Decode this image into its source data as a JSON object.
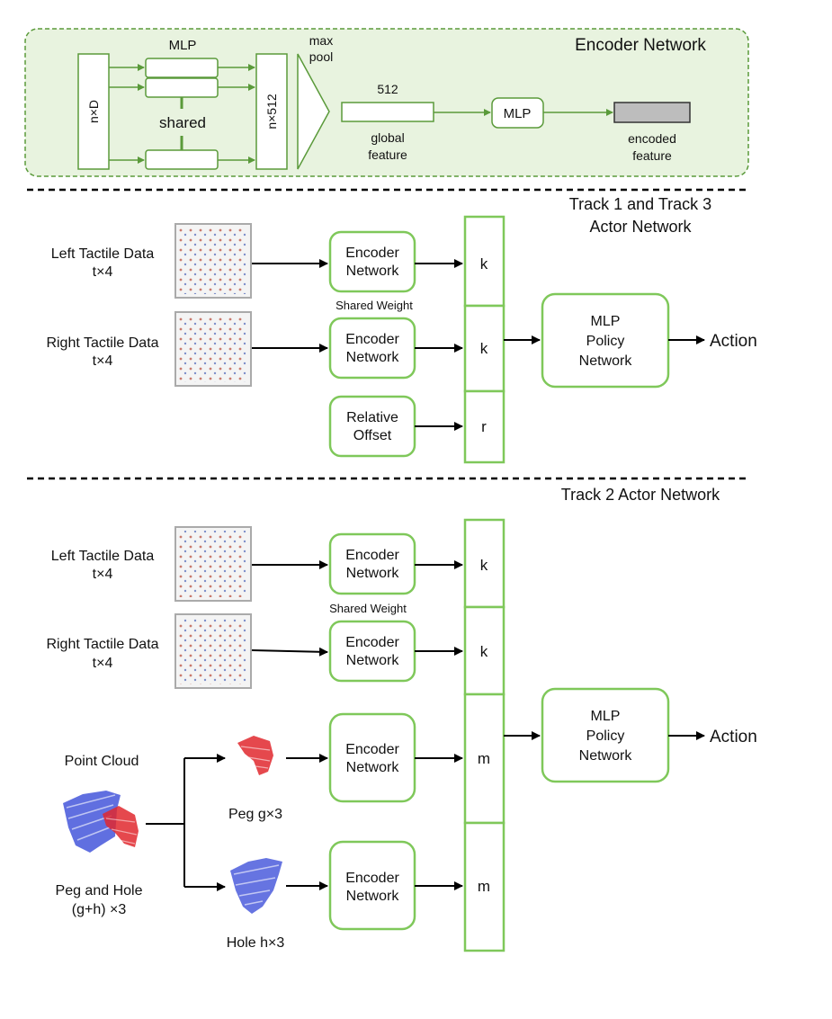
{
  "encoder": {
    "title": "Encoder Network",
    "input_label": "n×D",
    "mlp_label": "MLP",
    "shared_label": "shared",
    "feature_label": "n×512",
    "maxpool_line1": "max",
    "maxpool_line2": "pool",
    "dim_label": "512",
    "global_line1": "global",
    "global_line2": "feature",
    "mlp2_label": "MLP",
    "encoded_line1": "encoded",
    "encoded_line2": "feature"
  },
  "track13": {
    "title_line1": "Track 1 and Track 3",
    "title_line2": "Actor Network",
    "left_line1": "Left Tactile Data",
    "left_line2": "t×4",
    "right_line1": "Right Tactile Data",
    "right_line2": "t×4",
    "enc_line1": "Encoder",
    "enc_line2": "Network",
    "shared_weight": "Shared Weight",
    "rel_line1": "Relative",
    "rel_line2": "Offset",
    "k1": "k",
    "k2": "k",
    "r": "r",
    "policy_line1": "MLP",
    "policy_line2": "Policy",
    "policy_line3": "Network",
    "action": "Action"
  },
  "track2": {
    "title": "Track 2 Actor Network",
    "left_line1": "Left Tactile Data",
    "left_line2": "t×4",
    "right_line1": "Right Tactile Data",
    "right_line2": "t×4",
    "enc_line1": "Encoder",
    "enc_line2": "Network",
    "shared_weight": "Shared Weight",
    "point_cloud": "Point Cloud",
    "peg_label": "Peg g×3",
    "hole_label": "Hole h×3",
    "peghole_line1": "Peg and Hole",
    "peghole_line2": "(g+h) ×3",
    "k1": "k",
    "k2": "k",
    "m1": "m",
    "m2": "m",
    "policy_line1": "MLP",
    "policy_line2": "Policy",
    "policy_line3": "Network",
    "action": "Action"
  },
  "colors": {
    "green_stroke": "#5a9a3a",
    "green_fill": "#e8f3df",
    "box_green": "#7fc85a",
    "encoded_fill": "#bdbdbd",
    "peg_red": "#e0282e",
    "hole_blue": "#2b3fd6"
  }
}
